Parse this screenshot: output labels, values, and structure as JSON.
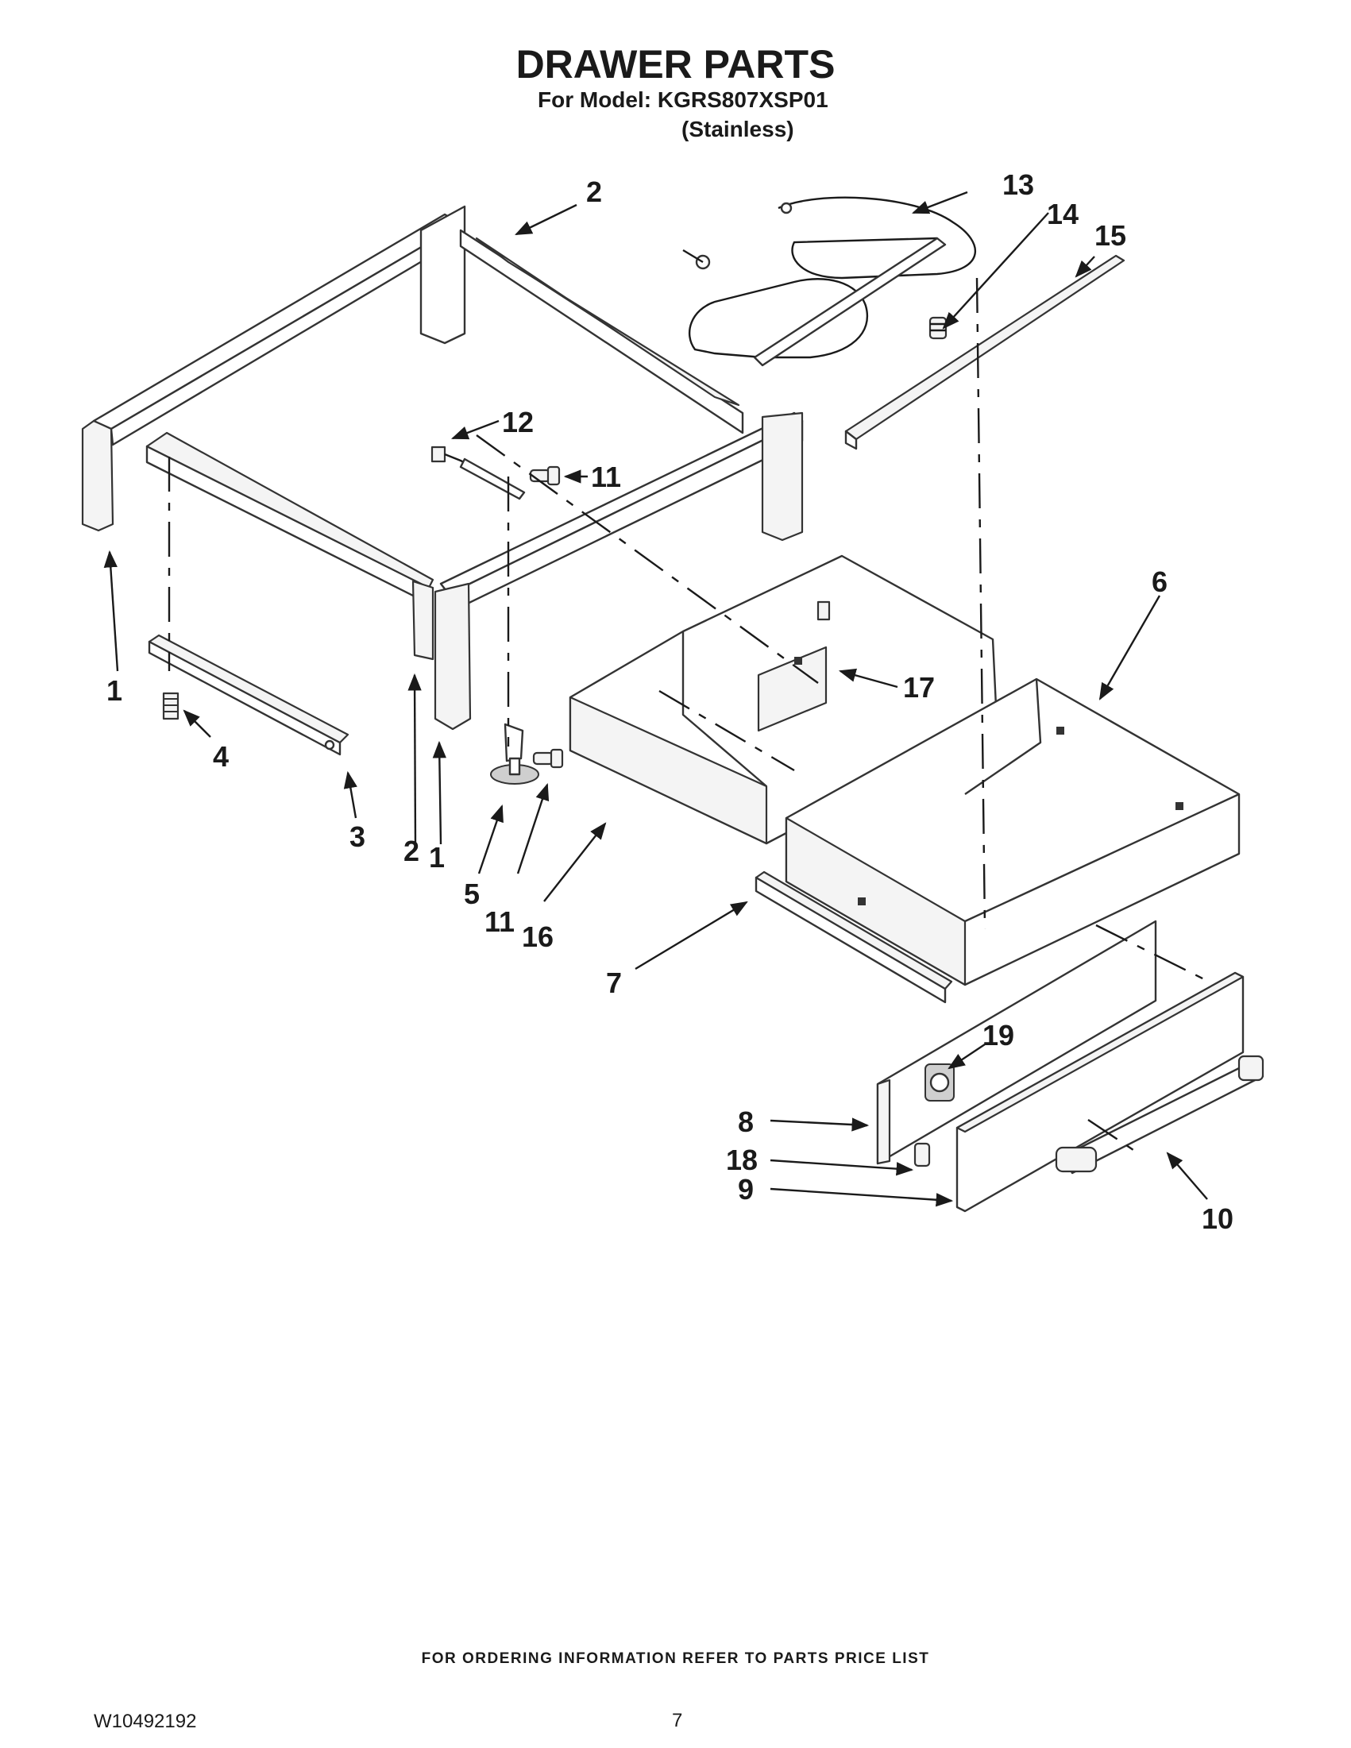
{
  "header": {
    "title": "DRAWER PARTS",
    "model_line": "For Model: KGRS807XSP01",
    "finish": "(Stainless)"
  },
  "callouts": {
    "c1a": "1",
    "c1b": "1",
    "c2a": "2",
    "c2b": "2",
    "c3": "3",
    "c4": "4",
    "c5": "5",
    "c6": "6",
    "c7": "7",
    "c8": "8",
    "c9": "9",
    "c10": "10",
    "c11a": "11",
    "c11b": "11",
    "c12": "12",
    "c13": "13",
    "c14": "14",
    "c15": "15",
    "c16": "16",
    "c17": "17",
    "c18": "18",
    "c19": "19"
  },
  "footer": {
    "ordering_note": "FOR ORDERING INFORMATION REFER TO PARTS PRICE LIST",
    "document_number": "W10492192",
    "page_number": "7"
  }
}
